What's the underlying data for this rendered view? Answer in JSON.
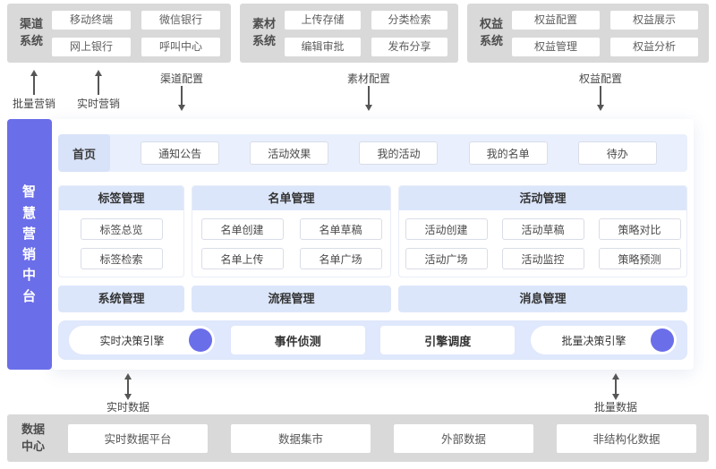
{
  "top_systems": [
    {
      "name": "渠道系统",
      "items": [
        "移动终端",
        "微信银行",
        "网上银行",
        "呼叫中心"
      ]
    },
    {
      "name": "素材系统",
      "items": [
        "上传存储",
        "分类检索",
        "编辑审批",
        "发布分享"
      ]
    },
    {
      "name": "权益系统",
      "items": [
        "权益配置",
        "权益展示",
        "权益管理",
        "权益分析"
      ]
    }
  ],
  "flows_top": {
    "up": [
      "批量营销",
      "实时营销"
    ],
    "down": [
      "渠道配置",
      "素材配置",
      "权益配置"
    ]
  },
  "platform": {
    "title": "智慧营销中台",
    "home": {
      "label": "首页",
      "items": [
        "通知公告",
        "活动效果",
        "我的活动",
        "我的名单",
        "待办"
      ]
    },
    "sections": [
      {
        "title": "标签管理",
        "items": [
          "标签总览",
          "标签检索"
        ]
      },
      {
        "title": "名单管理",
        "items": [
          "名单创建",
          "名单草稿",
          "名单上传",
          "名单广场"
        ]
      },
      {
        "title": "活动管理",
        "items": [
          "活动创建",
          "活动草稿",
          "策略对比",
          "活动广场",
          "活动监控",
          "策略预测"
        ]
      }
    ],
    "manage_bars": [
      "系统管理",
      "流程管理",
      "消息管理"
    ],
    "engines": [
      {
        "label": "实时决策引擎",
        "badge": true
      },
      {
        "label": "事件侦测",
        "badge": false
      },
      {
        "label": "引擎调度",
        "badge": false
      },
      {
        "label": "批量决策引擎",
        "badge": true
      }
    ]
  },
  "flows_bottom": [
    "实时数据",
    "批量数据"
  ],
  "data_center": {
    "name": "数据中心",
    "items": [
      "实时数据平台",
      "数据集市",
      "外部数据",
      "非结构化数据"
    ]
  },
  "colors": {
    "accent_purple": "#6b6ee9",
    "panel_gray": "#d9d9d9",
    "section_blue": "#dce6fa",
    "home_row_blue": "#e9effc",
    "engine_bar_blue": "#dfe8fc",
    "arrow_gray": "#565656"
  }
}
